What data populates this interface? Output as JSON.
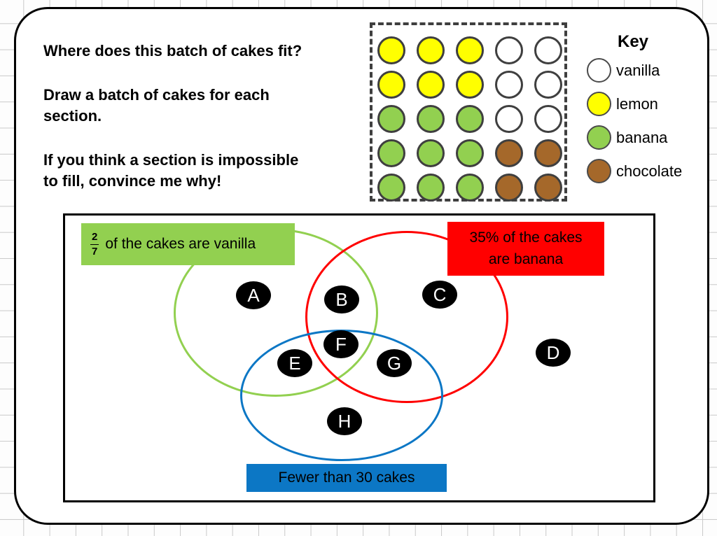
{
  "instructions": {
    "p1": [
      "Where does this batch of cakes fit?"
    ],
    "p2": [
      "Draw a batch of cakes for each",
      "section."
    ],
    "p3": [
      "If you think a section is impossible",
      "to fill, convince me why!"
    ]
  },
  "key": {
    "title": "Key",
    "items": [
      {
        "name": "vanilla",
        "label": "vanilla",
        "color": "#FFFFFF"
      },
      {
        "name": "lemon",
        "label": "lemon",
        "color": "#FFFF00"
      },
      {
        "name": "banana",
        "label": "banana",
        "color": "#92D050"
      },
      {
        "name": "chocolate",
        "label": "chocolate",
        "color": "#A5682A"
      }
    ]
  },
  "batch": {
    "rows": [
      [
        "lemon",
        "lemon",
        "lemon",
        "vanilla",
        "vanilla"
      ],
      [
        "lemon",
        "lemon",
        "lemon",
        "vanilla",
        "vanilla"
      ],
      [
        "banana",
        "banana",
        "banana",
        "vanilla",
        "vanilla"
      ],
      [
        "banana",
        "banana",
        "banana",
        "chocolate",
        "chocolate"
      ],
      [
        "banana",
        "banana",
        "banana",
        "chocolate",
        "chocolate"
      ]
    ],
    "flavor_colors": {
      "vanilla": "#FFFFFF",
      "lemon": "#FFFF00",
      "banana": "#92D050",
      "chocolate": "#A5682A"
    }
  },
  "venn": {
    "vanilla_label": {
      "numerator": "2",
      "denominator": "7",
      "text": "of the cakes are vanilla",
      "color": "#92D050"
    },
    "banana_label": {
      "line1": "35% of the cakes",
      "line2": "are banana",
      "color": "#FF0000"
    },
    "count_label": {
      "text": "Fewer than 30 cakes",
      "color": "#0C77C5"
    },
    "regions": [
      "A",
      "B",
      "C",
      "D",
      "E",
      "F",
      "G",
      "H"
    ]
  }
}
